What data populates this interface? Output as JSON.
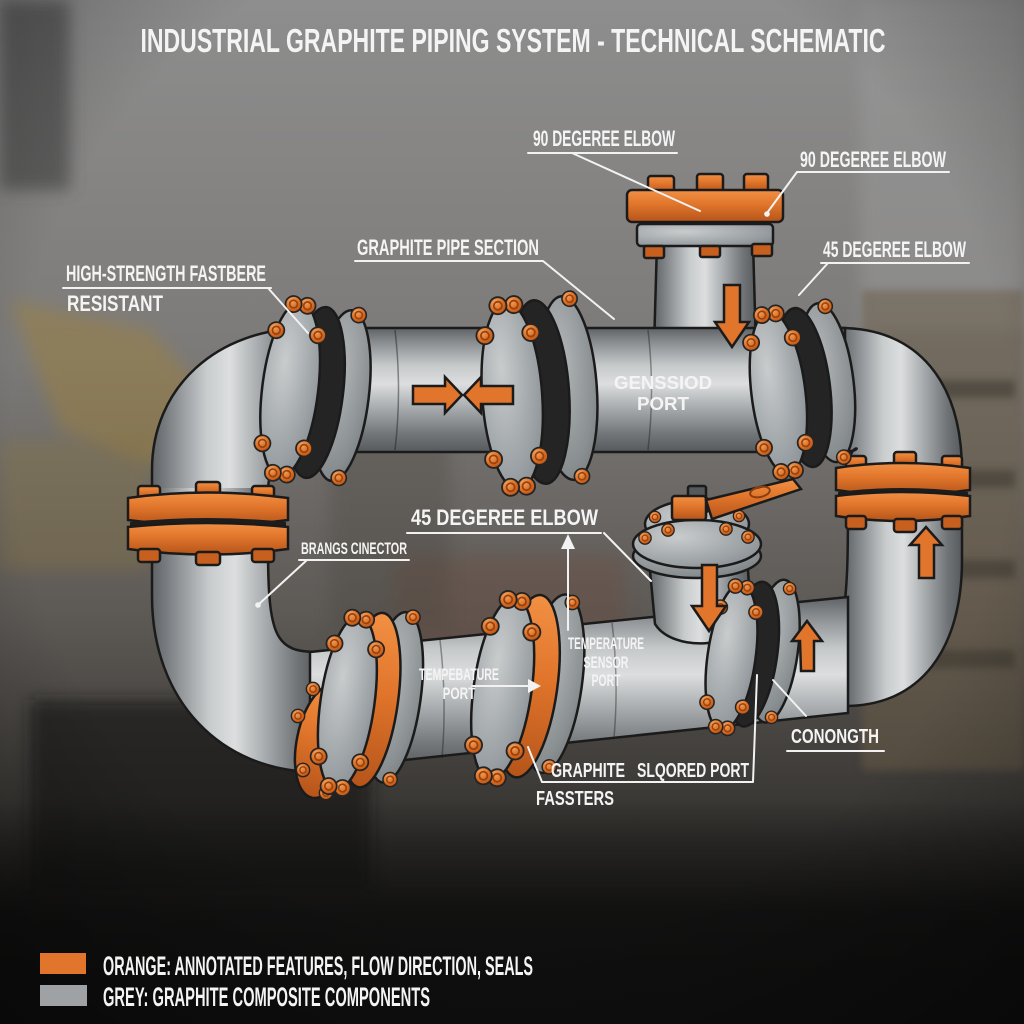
{
  "title": "INDUSTRIAL GRAPHITE PIPING SYSTEM - TECHNICAL SCHEMATIC",
  "labels": {
    "elbow_90_top": "90 DEGEREE ELBOW",
    "elbow_90_right": "90 DEGEREE ELBOW",
    "elbow_45_right": "45 DEGEREE ELBOW",
    "pipe_section": "GRAPHITE PIPE SECTION",
    "high_strength_1": "HIGH-STRENGTH FASTBERE",
    "high_strength_2": "RESISTANT",
    "genssiod_1": "GENSSIOD",
    "genssiod_2": "PORT",
    "elbow_45_mid": "45 DEGEREE ELBOW",
    "brangs": "BRANGS CINECTOR",
    "temp_port_1": "TEMPEBATURE",
    "temp_port_2": "PORT",
    "temp_sensor_1": "TEMPERATURE",
    "temp_sensor_2": "SENSOR",
    "temp_sensor_3": "PORT",
    "conongth": "CONONGTH",
    "fassters_1": "GRAPHITE",
    "slqored": "SLQORED PORT",
    "fassters_2": "FASSTERS"
  },
  "legend": {
    "orange_label": "ORANGE: ANNOTATED FEATURES, FLOW DIRECTION, SEALS",
    "grey_label": "GREY: GRAPHITE COMPOSITE COMPONENTS",
    "orange_color": "#e0752b",
    "grey_color": "#9fa2a5"
  },
  "colors": {
    "orange": "#e0752b",
    "orange_dark": "#b5541a",
    "pipe_grey": "#9b9ea1",
    "pipe_light": "#d8dadb",
    "pipe_dark": "#6e7174",
    "outline": "#1b1b1b",
    "label_text": "#f4f4f4",
    "background": "#6f6d6b"
  }
}
